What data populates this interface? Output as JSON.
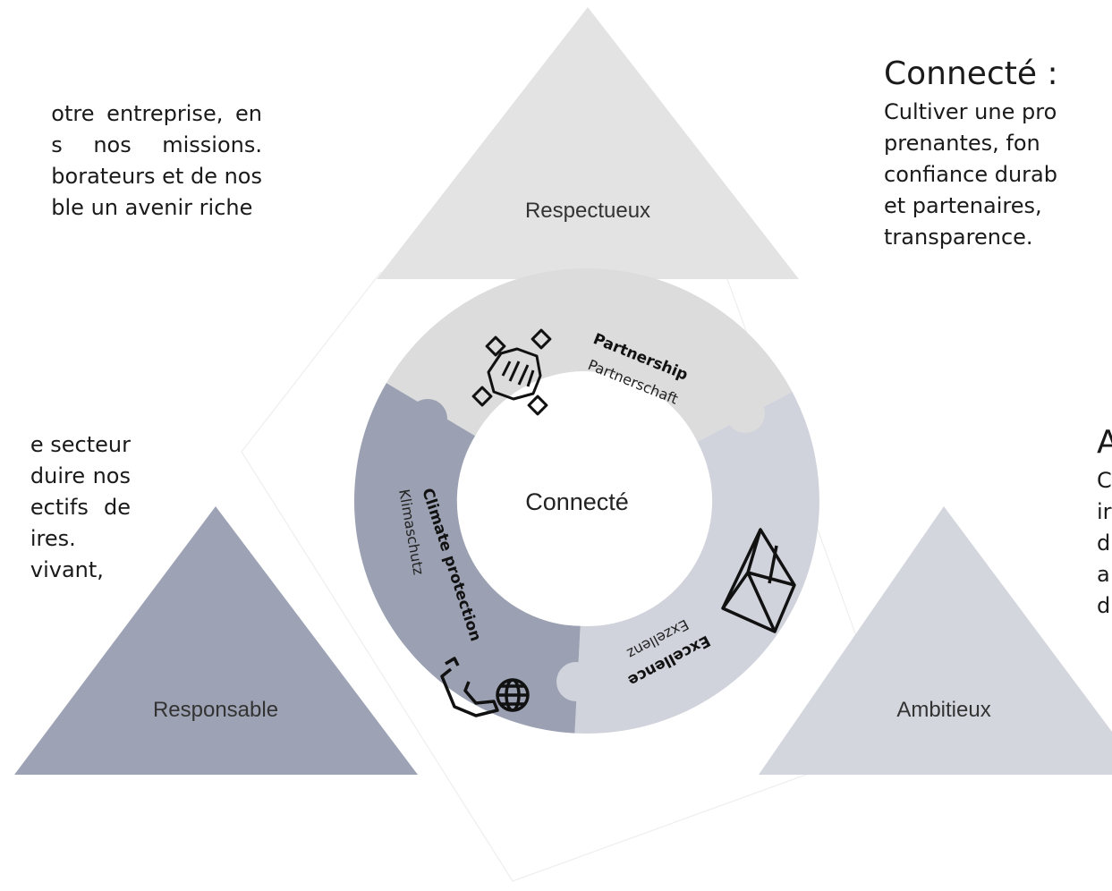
{
  "left_top_text": {
    "lines": [
      "otre entreprise, en",
      "s nos missions.",
      "borateurs et de nos",
      "ble un avenir riche"
    ]
  },
  "left_bottom_text": {
    "lines": [
      "e secteur",
      "duire nos",
      "ectifs de",
      "ires.",
      "vivant,"
    ]
  },
  "right_top_text": {
    "heading": "Connecté :",
    "lines": [
      "Cultiver une pro",
      "prenantes, fon",
      "confiance durab",
      "et partenaires,",
      "transparence."
    ]
  },
  "right_bottom_text": {
    "heading": "A",
    "lines": [
      "C",
      "ir",
      "d",
      "a",
      "d"
    ]
  },
  "triangles": {
    "top": "Respectueux",
    "left": "Responsable",
    "right": "Ambitieux"
  },
  "ring": {
    "center": "Connecté",
    "partnership": {
      "en": "Partnership",
      "de": "Partnerschaft"
    },
    "climate": {
      "en": "Climate protection",
      "de": "Klimaschutz"
    },
    "excellence": {
      "en": "Excellence",
      "de": "Exzellenz"
    }
  },
  "colors": {
    "triangle_top": "#e3e3e3",
    "triangle_left": "#9da3b5",
    "triangle_right": "#d4d6de",
    "segment_partnership": "#dcdcdc",
    "segment_climate": "#9ba1b2",
    "segment_excellence": "#d1d3dc"
  },
  "icons": [
    "handshake-hands-icon",
    "diamond-icon",
    "hand-globe-icon"
  ]
}
